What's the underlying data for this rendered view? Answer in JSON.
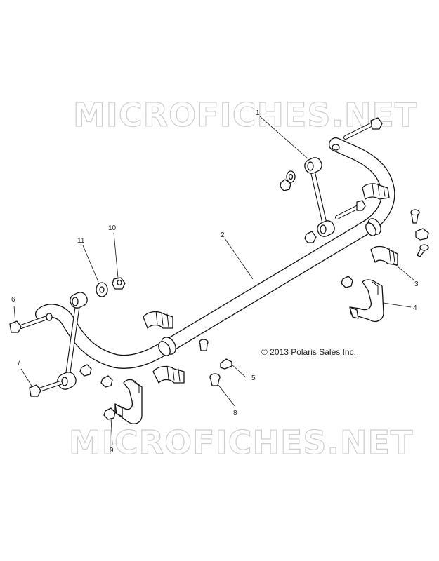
{
  "watermark": {
    "top": "MICROFICHES.NET",
    "bottom": "MICROFICHES.NET"
  },
  "copyright": "© 2013 Polaris Sales Inc.",
  "callouts": [
    {
      "id": "c1",
      "label": "1"
    },
    {
      "id": "c2",
      "label": "2"
    },
    {
      "id": "c3",
      "label": "3"
    },
    {
      "id": "c4",
      "label": "4"
    },
    {
      "id": "c5",
      "label": "5"
    },
    {
      "id": "c6",
      "label": "6"
    },
    {
      "id": "c7",
      "label": "7"
    },
    {
      "id": "c8",
      "label": "8"
    },
    {
      "id": "c9",
      "label": "9"
    },
    {
      "id": "c10",
      "label": "10"
    },
    {
      "id": "c11",
      "label": "11"
    }
  ]
}
